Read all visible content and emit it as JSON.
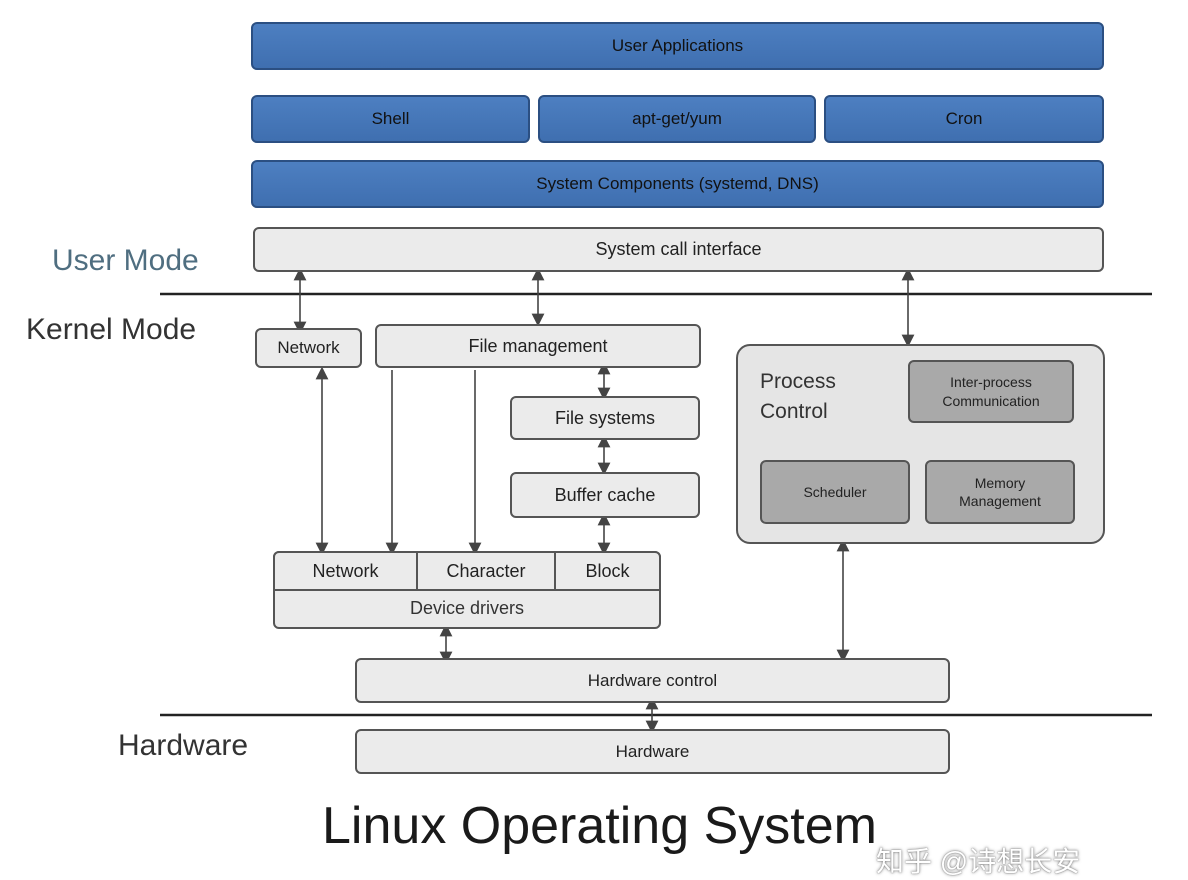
{
  "layers": {
    "user_applications": "User Applications",
    "shell": "Shell",
    "package_manager": "apt-get/yum",
    "cron": "Cron",
    "system_components": "System Components (systemd, DNS)",
    "system_call_interface": "System call interface"
  },
  "modes": {
    "user": "User Mode",
    "kernel": "Kernel Mode",
    "hardware": "Hardware"
  },
  "kernel": {
    "network": "Network",
    "file_management": "File management",
    "file_systems": "File systems",
    "buffer_cache": "Buffer cache",
    "process_control": {
      "title_line1": "Process",
      "title_line2": "Control",
      "ipc_line1": "Inter-process",
      "ipc_line2": "Communication",
      "scheduler": "Scheduler",
      "memory_line1": "Memory",
      "memory_line2": "Management"
    },
    "drivers": {
      "network": "Network",
      "character": "Character",
      "block": "Block",
      "device_drivers": "Device drivers"
    },
    "hardware_control": "Hardware control"
  },
  "hardware": {
    "box": "Hardware"
  },
  "title": "Linux Operating System",
  "watermark": "知乎 @诗想长安"
}
